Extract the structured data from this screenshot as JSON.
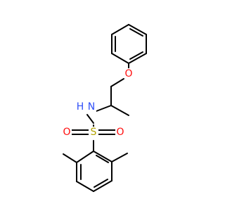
{
  "molecule": {
    "atoms": {
      "O": {
        "label": "O",
        "color": "#ff0d0d"
      },
      "N": {
        "label": "N",
        "color": "#3050f8"
      },
      "H": {
        "label": "H",
        "color": "#3050f8"
      },
      "S": {
        "label": "S",
        "color": "#b2a200"
      },
      "O_s1": {
        "label": "O",
        "color": "#ff0d0d"
      },
      "O_s2": {
        "label": "O",
        "color": "#ff0d0d"
      }
    }
  }
}
